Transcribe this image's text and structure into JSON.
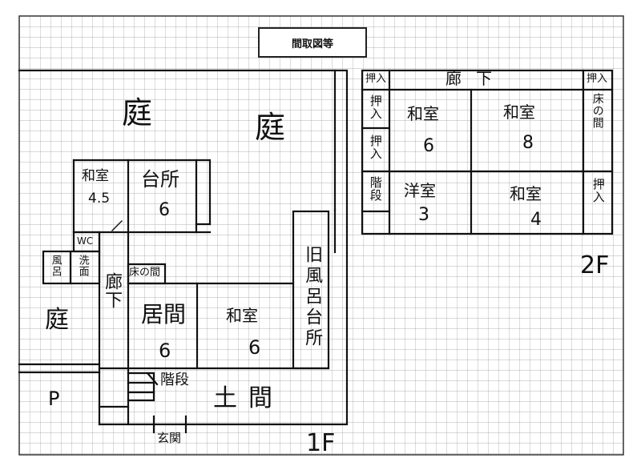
{
  "title": "間取図等",
  "first_floor": {
    "label": "1F",
    "garden_top_left": "庭",
    "garden_top_right": "庭",
    "garden_left": "庭",
    "washitsu_small": {
      "name": "和室",
      "size": "4.5"
    },
    "kitchen": {
      "name": "台所",
      "size": "6"
    },
    "wc": "WC",
    "bath": "風呂",
    "washroom": "洗面",
    "corridor": "廊下",
    "tokonoma": "床の間",
    "living": {
      "name": "居間",
      "size": "6"
    },
    "washitsu": {
      "name": "和室",
      "size": "6"
    },
    "old_bath_kitchen": "旧風呂台所",
    "stairs": "階段",
    "doma": "土間",
    "entrance": "玄関",
    "parking": "P"
  },
  "second_floor": {
    "label": "2F",
    "corridor": "廊下",
    "closet_a": "押入",
    "closet_b": "押入",
    "closet_c": "押入",
    "closet_d": "押入",
    "closet_e": "押入",
    "tokonoma": "床の間",
    "washitsu_6": {
      "name": "和室",
      "size": "6"
    },
    "washitsu_8": {
      "name": "和室",
      "size": "8"
    },
    "stairs": "階段",
    "yoshitsu": {
      "name": "洋室",
      "size": "3"
    },
    "washitsu_4": {
      "name": "和室",
      "size": "4"
    }
  }
}
